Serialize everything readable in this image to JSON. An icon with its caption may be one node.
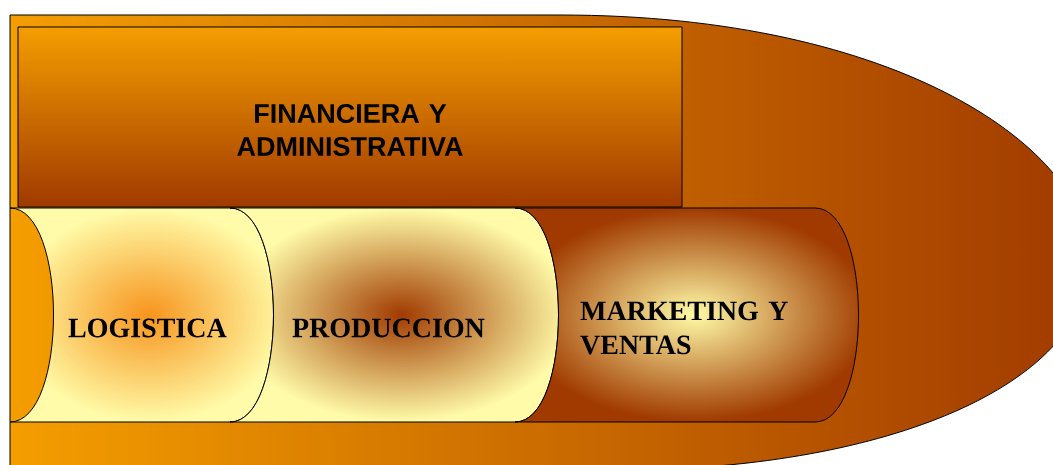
{
  "diagram": {
    "nodes": [
      {
        "text": [
          "FINANCIERA Y ADMINISTRATIVA"
        ]
      },
      {
        "text": [
          "LOGISTICA"
        ]
      },
      {
        "text": [
          "PRODUCCION"
        ]
      },
      {
        "text": [
          "MARKETING Y VENTAS"
        ]
      }
    ]
  }
}
